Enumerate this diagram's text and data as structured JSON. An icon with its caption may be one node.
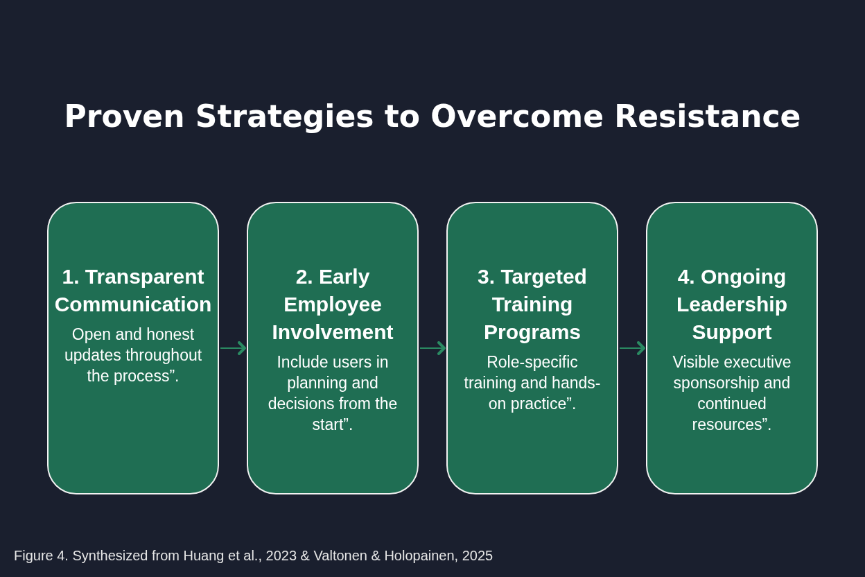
{
  "diagram": {
    "title": "Proven Strategies to Overcome Resistance",
    "caption": "Figure 4. Synthesized from Huang et al., 2023 & Valtonen & Holopainen, 2025",
    "nodes": [
      {
        "text": [
          "1. Transparent Communication",
          "Open and honest updates throughout the process”."
        ]
      },
      {
        "text": [
          "2. Early Employee Involvement",
          "Include users in planning and decisions from the start”."
        ]
      },
      {
        "text": [
          "3. Targeted Training Programs",
          "Role-specific training and hands-on practice”."
        ]
      },
      {
        "text": [
          "4. Ongoing Leadership Support",
          "Visible executive sponsorship and continued resources”."
        ]
      }
    ],
    "edges": [
      {
        "from": 0,
        "to": 1,
        "arrow": "to"
      },
      {
        "from": 1,
        "to": 2,
        "arrow": "to"
      },
      {
        "from": 2,
        "to": 3,
        "arrow": "to"
      }
    ]
  }
}
